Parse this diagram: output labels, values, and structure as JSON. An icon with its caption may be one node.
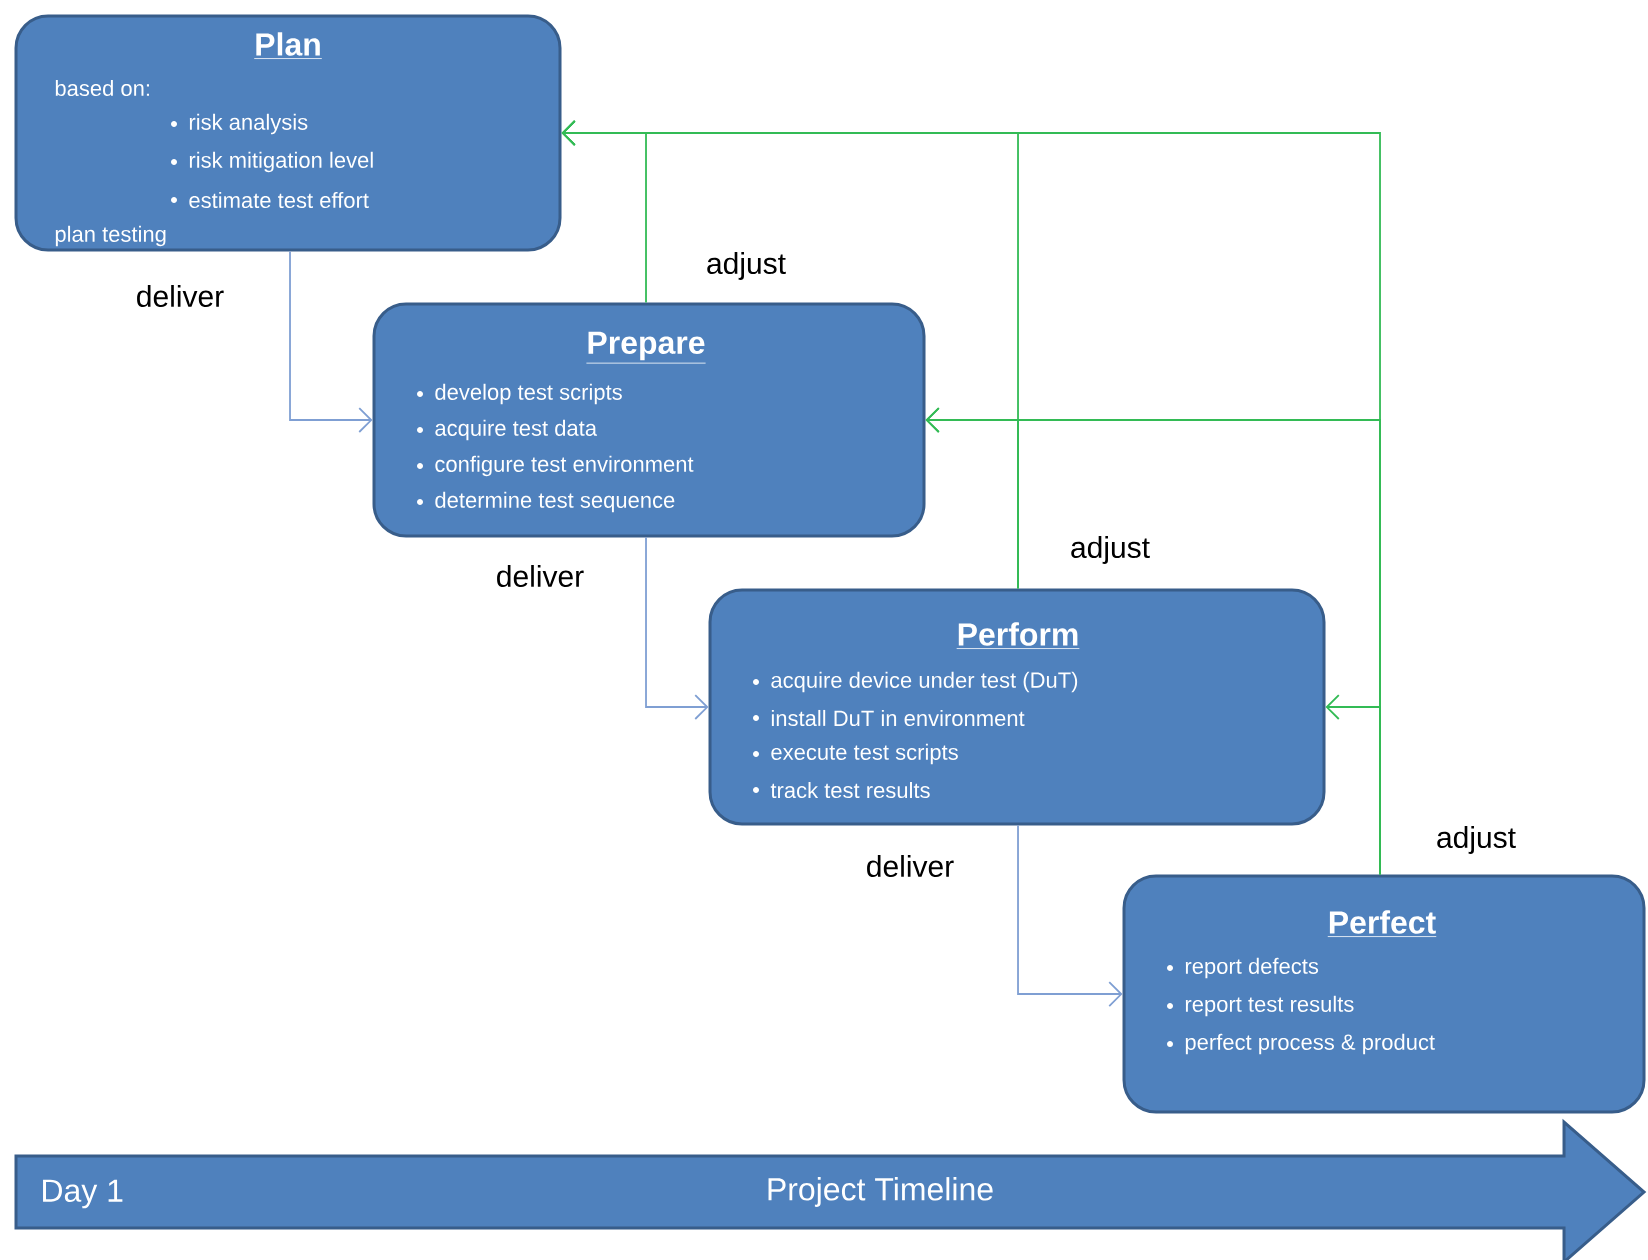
{
  "diagram": {
    "nodes": [
      {
        "text": [
          "Plan",
          "based on:",
          "risk analysis",
          "risk mitigation level",
          "estimate test effort",
          "plan testing"
        ]
      },
      {
        "text": [
          "Prepare",
          "develop test scripts",
          "acquire test data",
          "configure test environment",
          "determine test sequence"
        ]
      },
      {
        "text": [
          "Perform",
          "acquire  device under test (DuT)",
          "install  DuT in environment",
          "execute test scripts",
          "track test results"
        ]
      },
      {
        "text": [
          "Perfect",
          "report defects",
          "report test results",
          "perfect process & product"
        ]
      },
      {
        "text": [
          "Day 1",
          "Project Timeline"
        ]
      }
    ],
    "edges": [
      {
        "from": 0,
        "to": 1,
        "arrow": "to",
        "label": "deliver",
        "color": "#7f9fd3"
      },
      {
        "from": 1,
        "to": 2,
        "arrow": "to",
        "label": "deliver",
        "color": "#7f9fd3"
      },
      {
        "from": 2,
        "to": 3,
        "arrow": "to",
        "label": "deliver",
        "color": "#7f9fd3"
      },
      {
        "from": 1,
        "to": 0,
        "arrow": "to",
        "label": "adjust"
      },
      {
        "from": 2,
        "to": 0,
        "arrow": "to",
        "label": "adjust"
      },
      {
        "from": 2,
        "to": 1,
        "arrow": "to"
      },
      {
        "from": 3,
        "to": 0,
        "arrow": "to",
        "label": "adjust"
      },
      {
        "from": 3,
        "to": 1,
        "arrow": "to"
      },
      {
        "from": 3,
        "to": 2,
        "arrow": "to"
      }
    ]
  }
}
